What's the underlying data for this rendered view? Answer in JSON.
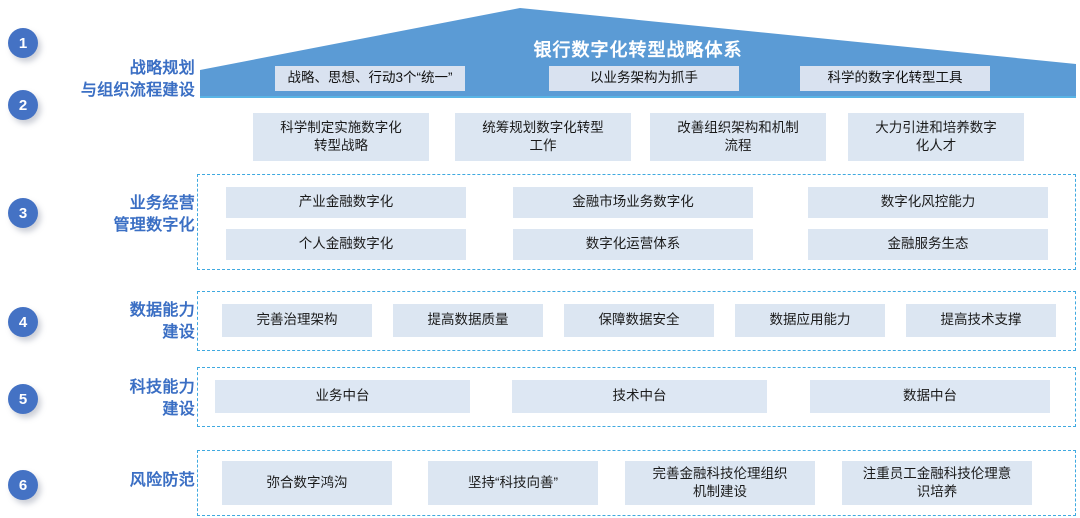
{
  "banner": {
    "title": "银行数字化转型战略体系",
    "color": "#5b9bd5",
    "accent": "#5ab4e5",
    "chips": [
      {
        "label": "战略、思想、行动3个“统一”"
      },
      {
        "label": "以业务架构为抓手"
      },
      {
        "label": "科学的数字化转型工具"
      }
    ]
  },
  "theme": {
    "badge_color": "#4472c4",
    "label_color": "#3b6fc4",
    "chip_fill": "#dce6f2",
    "dashed_border": "#3fa9e0"
  },
  "rows": [
    {
      "badges": [
        "1",
        "2"
      ],
      "label": "战略规划\n与组织流程建设",
      "dashed": false,
      "items": [
        "科学制定实施数字化\n转型战略",
        "统筹规划数字化转型\n工作",
        "改善组织架构和机制\n流程",
        "大力引进和培养数字\n化人才"
      ]
    },
    {
      "badges": [
        "3"
      ],
      "label": "业务经营\n管理数字化",
      "dashed": true,
      "items": [
        "产业金融数字化",
        "金融市场业务数字化",
        "数字化风控能力",
        "个人金融数字化",
        "数字化运营体系",
        "金融服务生态"
      ]
    },
    {
      "badges": [
        "4"
      ],
      "label": "数据能力\n建设",
      "dashed": true,
      "items": [
        "完善治理架构",
        "提高数据质量",
        "保障数据安全",
        "数据应用能力",
        "提高技术支撑"
      ]
    },
    {
      "badges": [
        "5"
      ],
      "label": "科技能力\n建设",
      "dashed": true,
      "items": [
        "业务中台",
        "技术中台",
        "数据中台"
      ]
    },
    {
      "badges": [
        "6"
      ],
      "label": "风险防范",
      "dashed": true,
      "items": [
        "弥合数字鸿沟",
        "坚持“科技向善”",
        "完善金融科技伦理组织\n机制建设",
        "注重员工金融科技伦理意\n识培养"
      ]
    }
  ]
}
